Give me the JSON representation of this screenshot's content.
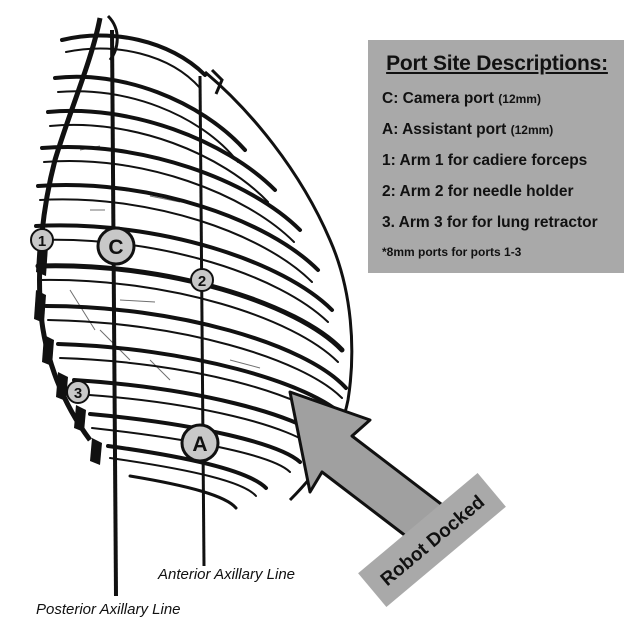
{
  "legend": {
    "title": "Port Site Descriptions:",
    "items": [
      {
        "label": "C: Camera port",
        "size": "(12mm)"
      },
      {
        "label": "A: Assistant port",
        "size": "(12mm)"
      },
      {
        "label": "1: Arm 1 for cadiere forceps",
        "size": ""
      },
      {
        "label": "2: Arm 2 for needle holder",
        "size": ""
      },
      {
        "label": "3. Arm 3 for for lung retractor",
        "size": ""
      }
    ],
    "note": "*8mm ports for ports 1-3"
  },
  "ports": {
    "camera": "C",
    "assistant": "A",
    "arm1": "1",
    "arm2": "2",
    "arm3": "3"
  },
  "lines": {
    "anterior": "Anterior Axillary Line",
    "posterior": "Posterior Axillary Line"
  },
  "robot": {
    "label": "Robot Docked"
  },
  "colors": {
    "port_fill": "#c8c8c8",
    "legend_bg": "#a9a9a9",
    "arrow_fill": "#a0a0a0",
    "robot_bg": "#a9a9a9",
    "ink": "#111111"
  }
}
